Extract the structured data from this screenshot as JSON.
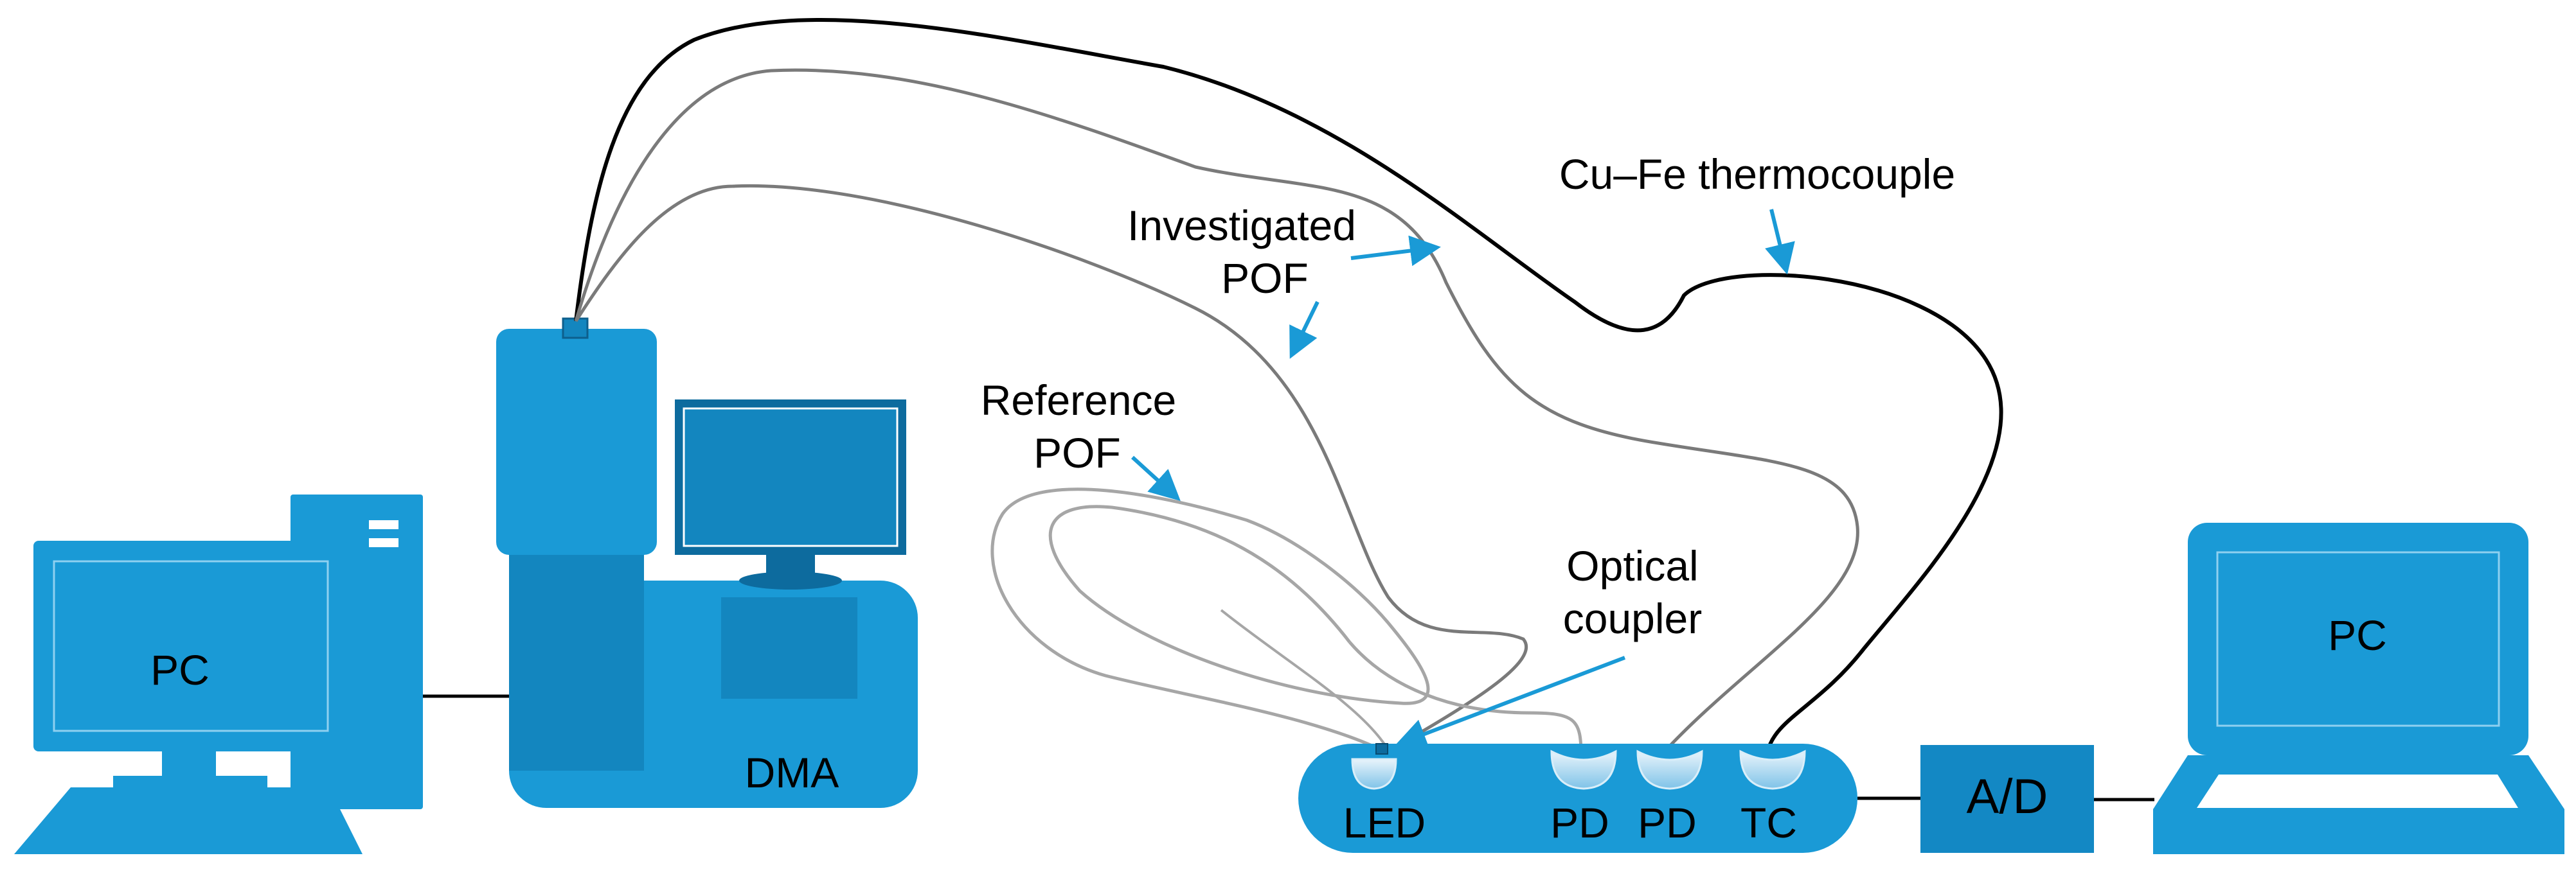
{
  "labels": {
    "pc_left": "PC",
    "dma": "DMA",
    "investigated_pof_line1": "Investigated",
    "investigated_pof_line2": "POF",
    "reference_pof_line1": "Reference",
    "reference_pof_line2": "POF",
    "thermocouple": "Cu–Fe thermocouple",
    "optical_coupler_line1": "Optical",
    "optical_coupler_line2": "coupler",
    "led": "LED",
    "pd1": "PD",
    "pd2": "PD",
    "tc": "TC",
    "ad": "A/D",
    "pc_right": "PC"
  },
  "colors": {
    "device_blue": "#1a9ad6",
    "device_dark": "#1386bf",
    "monitor_dark": "#0d6b9e",
    "ad_box": "#1388c4",
    "arrow_blue": "#1a9ad6",
    "fiber_gray": "#7a7a7a",
    "fiber_light": "#a6a6a6",
    "thermocouple_black": "#000000"
  },
  "icons": {
    "pc_left": "desktop-computer-icon",
    "keyboard": "keyboard-icon",
    "dma": "dynamic-mechanical-analyzer-icon",
    "laptop": "laptop-icon"
  }
}
